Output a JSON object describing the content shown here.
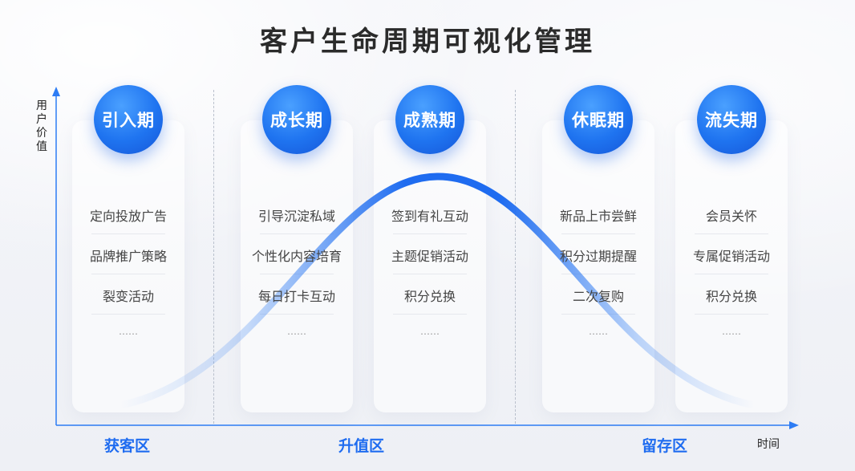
{
  "title": "客户生命周期可视化管理",
  "axes": {
    "y_label": "用户价值",
    "x_label": "时间"
  },
  "stages": [
    {
      "name": "引入期",
      "items": [
        "定向投放广告",
        "品牌推广策略",
        "裂变活动",
        "……"
      ]
    },
    {
      "name": "成长期",
      "items": [
        "引导沉淀私域",
        "个性化内容培育",
        "每日打卡互动",
        "……"
      ]
    },
    {
      "name": "成熟期",
      "items": [
        "签到有礼互动",
        "主题促销活动",
        "积分兑换",
        "……"
      ]
    },
    {
      "name": "休眠期",
      "items": [
        "新品上市尝鲜",
        "积分过期提醒",
        "二次复购",
        "……"
      ]
    },
    {
      "name": "流失期",
      "items": [
        "会员关怀",
        "专属促销活动",
        "积分兑换",
        "……"
      ]
    }
  ],
  "zones": [
    "获客区",
    "升值区",
    "留存区"
  ],
  "colors": {
    "accent": "#1f6cf0",
    "curve": "#2d7cf4"
  }
}
